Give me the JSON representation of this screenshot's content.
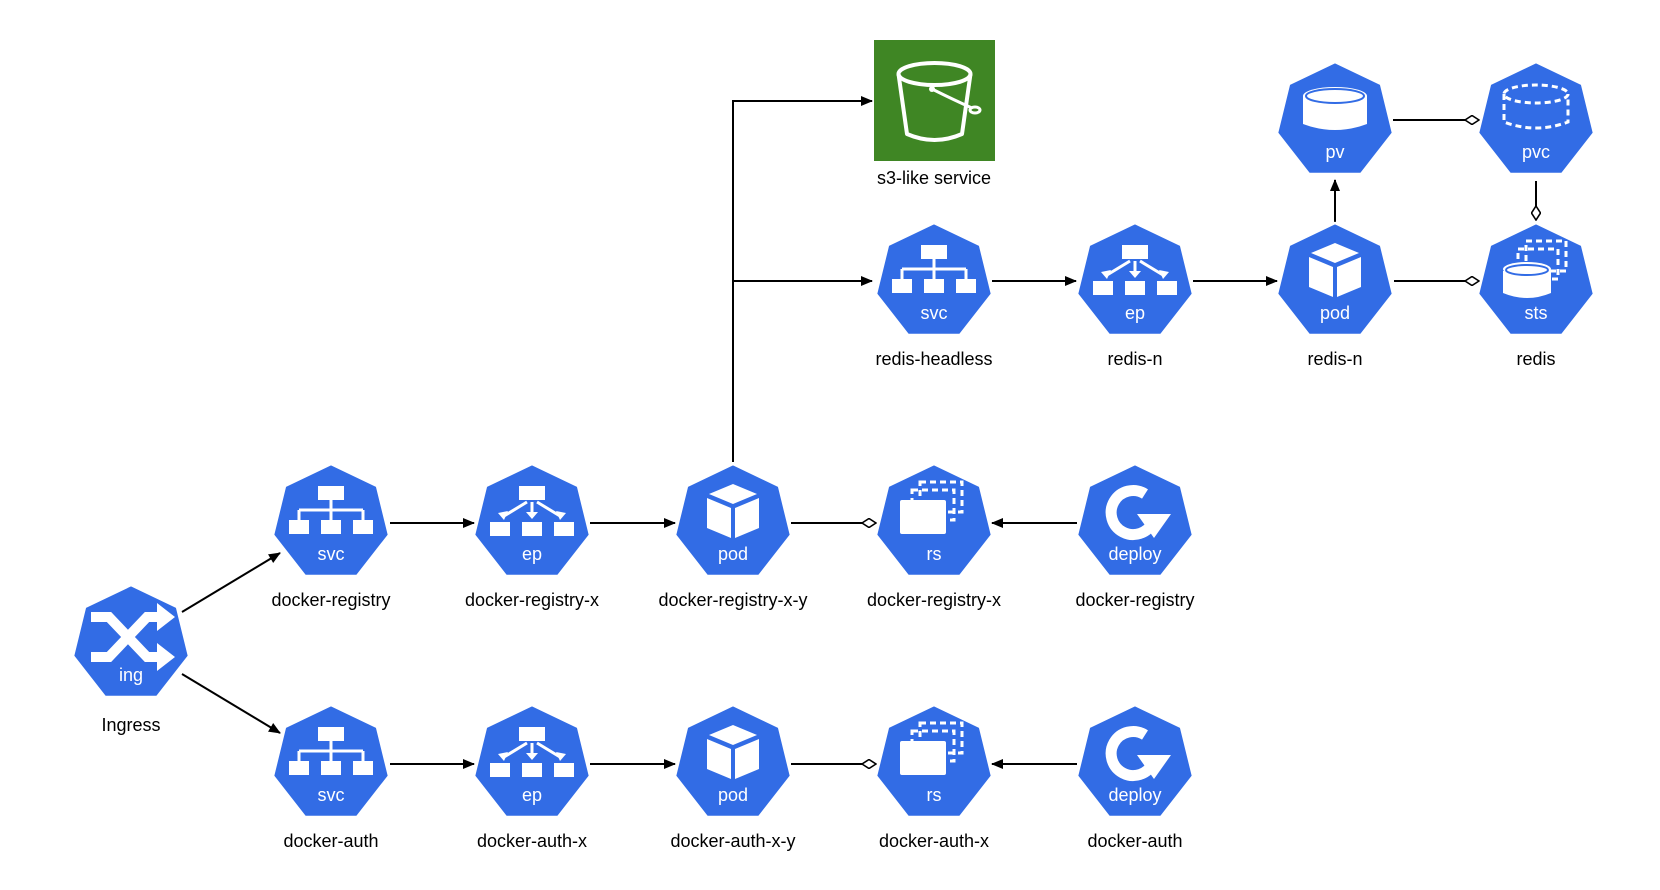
{
  "colors": {
    "kubernetes_blue": "#326ce5",
    "s3_green": "#3f8624",
    "edge": "#000000"
  },
  "nodes": {
    "ingress": {
      "kind": "ing",
      "name": "Ingress",
      "icon": "ingress-icon"
    },
    "reg_svc": {
      "kind": "svc",
      "name": "docker-registry",
      "icon": "service-icon"
    },
    "reg_ep": {
      "kind": "ep",
      "name": "docker-registry-x",
      "icon": "endpoints-icon"
    },
    "reg_pod": {
      "kind": "pod",
      "name": "docker-registry-x-y",
      "icon": "pod-icon"
    },
    "reg_rs": {
      "kind": "rs",
      "name": "docker-registry-x",
      "icon": "replicaset-icon"
    },
    "reg_deploy": {
      "kind": "deploy",
      "name": "docker-registry",
      "icon": "deployment-icon"
    },
    "auth_svc": {
      "kind": "svc",
      "name": "docker-auth",
      "icon": "service-icon"
    },
    "auth_ep": {
      "kind": "ep",
      "name": "docker-auth-x",
      "icon": "endpoints-icon"
    },
    "auth_pod": {
      "kind": "pod",
      "name": "docker-auth-x-y",
      "icon": "pod-icon"
    },
    "auth_rs": {
      "kind": "rs",
      "name": "docker-auth-x",
      "icon": "replicaset-icon"
    },
    "auth_deploy": {
      "kind": "deploy",
      "name": "docker-auth",
      "icon": "deployment-icon"
    },
    "redis_svc": {
      "kind": "svc",
      "name": "redis-headless",
      "icon": "service-icon"
    },
    "redis_ep": {
      "kind": "ep",
      "name": "redis-n",
      "icon": "endpoints-icon"
    },
    "redis_pod": {
      "kind": "pod",
      "name": "redis-n",
      "icon": "pod-icon"
    },
    "redis_sts": {
      "kind": "sts",
      "name": "redis",
      "icon": "statefulset-icon"
    },
    "pv": {
      "kind": "pv",
      "name": "",
      "icon": "persistent-volume-icon"
    },
    "pvc": {
      "kind": "pvc",
      "name": "",
      "icon": "persistent-volume-claim-icon"
    },
    "s3": {
      "kind": "",
      "name": "s3-like service",
      "icon": "s3-bucket-icon"
    }
  },
  "edges": [
    {
      "from": "ingress",
      "to": "reg_svc",
      "style": "arrow"
    },
    {
      "from": "ingress",
      "to": "auth_svc",
      "style": "arrow"
    },
    {
      "from": "reg_svc",
      "to": "reg_ep",
      "style": "arrow"
    },
    {
      "from": "reg_ep",
      "to": "reg_pod",
      "style": "arrow"
    },
    {
      "from": "reg_rs",
      "to": "reg_pod",
      "style": "diamond"
    },
    {
      "from": "reg_deploy",
      "to": "reg_rs",
      "style": "arrow"
    },
    {
      "from": "auth_svc",
      "to": "auth_ep",
      "style": "arrow"
    },
    {
      "from": "auth_ep",
      "to": "auth_pod",
      "style": "arrow"
    },
    {
      "from": "auth_rs",
      "to": "auth_pod",
      "style": "diamond"
    },
    {
      "from": "auth_deploy",
      "to": "auth_rs",
      "style": "arrow"
    },
    {
      "from": "reg_pod",
      "to": "s3",
      "style": "arrow"
    },
    {
      "from": "reg_pod",
      "to": "redis_svc",
      "style": "arrow"
    },
    {
      "from": "redis_svc",
      "to": "redis_ep",
      "style": "arrow"
    },
    {
      "from": "redis_ep",
      "to": "redis_pod",
      "style": "arrow"
    },
    {
      "from": "redis_pod",
      "to": "pv",
      "style": "arrow"
    },
    {
      "from": "redis_sts",
      "to": "redis_pod",
      "style": "diamond"
    },
    {
      "from": "pvc",
      "to": "pv",
      "style": "diamond"
    },
    {
      "from": "redis_sts",
      "to": "pvc",
      "style": "diamond"
    }
  ]
}
